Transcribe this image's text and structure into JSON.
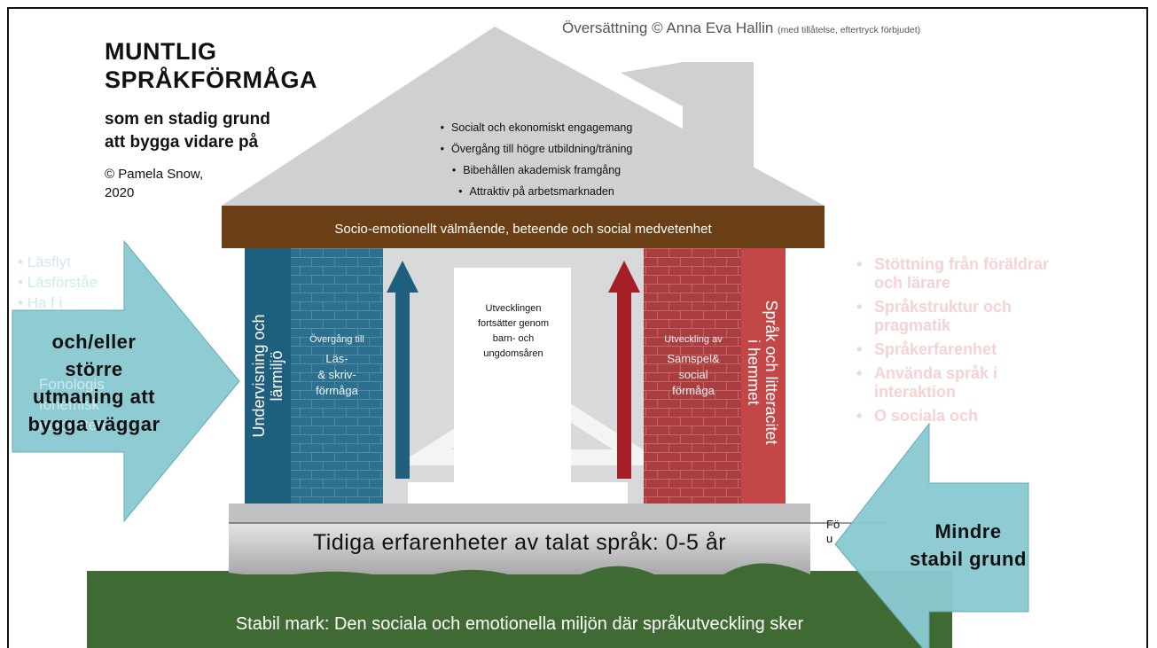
{
  "title": [
    "MUNTLIG",
    "SPRÅKFÖRMÅGA"
  ],
  "subtitle": [
    "som en stadig grund",
    "att bygga vidare på"
  ],
  "credit": "© Pamela Snow, 2020",
  "translation": {
    "main": "Översättning © Anna Eva Hallin",
    "note": "(med tillåtelse, eftertryck förbjudet)"
  },
  "roof_items": [
    "Socialt och ekonomiskt engagemang",
    "Övergång till högre utbildning/träning",
    "Bibehållen akademisk framgång",
    "Attraktiv på arbetsmarknaden"
  ],
  "beam_label": "Socio-emotionellt välmående, beteende och social medvetenhet",
  "left_outer_pillar": [
    "Undervisning och",
    "lärmiljö"
  ],
  "left_inner_pillar": {
    "intro": "Övergång till",
    "lines": [
      "Läs-",
      "& skriv-",
      "förmåga"
    ]
  },
  "center_text": [
    "Utvecklingen",
    "fortsätter genom",
    "barn- och",
    "ungdomsåren"
  ],
  "right_inner_pillar": {
    "intro": "Utveckling av",
    "lines": [
      "Samspel&",
      "social",
      "förmåga"
    ]
  },
  "right_outer_pillar": [
    "Språk och litteracitet",
    "i hemmet"
  ],
  "foundation_label": "Tidiga erfarenheter av talat språk: 0-5 år",
  "ground_label": "Stabil mark: Den sociala och emotionella miljön där språkutveckling sker",
  "left_faded_list": [
    "Läsflyt",
    "Läsförståe",
    "Ha f i",
    "",
    "",
    "",
    "Fonologis",
    "fonemisk",
    "medveten"
  ],
  "right_faded_list": [
    "Stöttning från föräldrar och lärare",
    "Språkstruktur och pragmatik",
    "Språkerfarenhet",
    "Använda språk i interaktion",
    "O sociala och"
  ],
  "left_arrow_label": [
    "och/eller",
    "större",
    "utmaning att",
    "bygga väggar"
  ],
  "right_arrow_label": [
    "Mindre",
    "stabil grund"
  ],
  "partial_text": [
    "Fö",
    "u"
  ],
  "colors": {
    "roof": "#cfd0d2",
    "beam": "#6b3f16",
    "teal_pillar": "#1f5f7e",
    "teal_brick": "#2a6c8b",
    "red_pillar": "#c44747",
    "red_brick": "#a33a3c",
    "arrow_teal": "#1f5f7e",
    "arrow_red": "#a51f26",
    "ground": "#3f6a33",
    "callout": "#8ac9d1"
  }
}
